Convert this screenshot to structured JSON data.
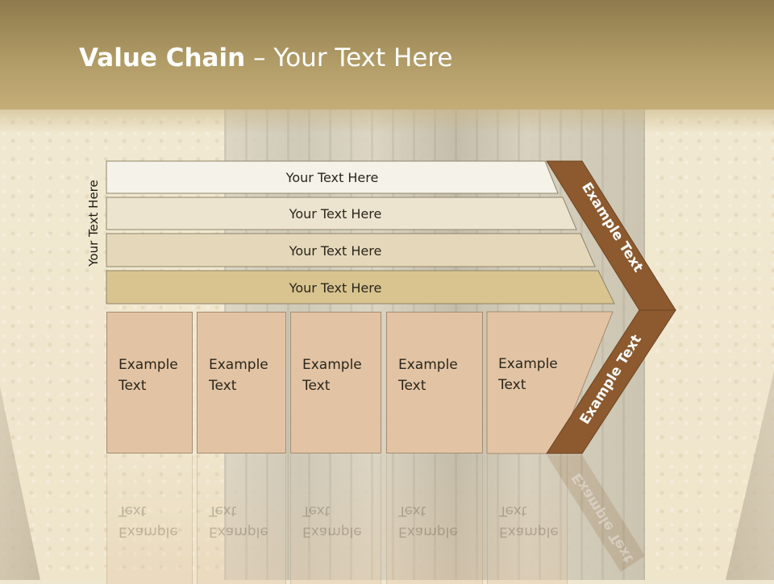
{
  "slide": {
    "title_bold": "Value Chain",
    "title_rest": " – Your Text Here"
  },
  "diagram": {
    "side_label": "Your Text Here",
    "rows": [
      {
        "label": "Your Text Here",
        "color": "#f5f2ea"
      },
      {
        "label": "Your Text Here",
        "color": "#ede4d0"
      },
      {
        "label": "Your Text Here",
        "color": "#e5d8ba"
      },
      {
        "label": "Your Text Here",
        "color": "#d9c48f"
      }
    ],
    "columns": [
      {
        "line1": "Example",
        "line2": "Text"
      },
      {
        "line1": "Example",
        "line2": "Text"
      },
      {
        "line1": "Example",
        "line2": "Text"
      },
      {
        "line1": "Example",
        "line2": "Text"
      },
      {
        "line1": "Example",
        "line2": "Text"
      }
    ],
    "chevron_upper_label": "Example Text",
    "chevron_lower_label": "Example Text",
    "chevron_color": "#8c5a2e"
  }
}
